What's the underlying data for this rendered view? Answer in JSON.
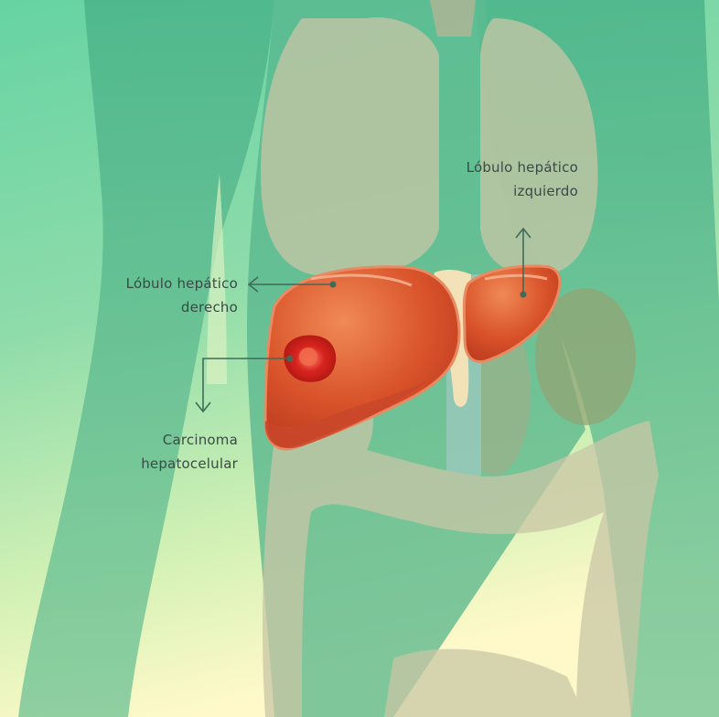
{
  "labels": {
    "left_lobe": {
      "line1": "Lóbulo hepático",
      "line2": "izquierdo"
    },
    "right_lobe": {
      "line1": "Lóbulo hepático",
      "line2": "derecho"
    },
    "carcinoma": {
      "line1": "Carcinoma",
      "line2": "hepatocelular"
    }
  },
  "colors": {
    "top_bar": "#1f9a6a",
    "bg_top": "#6fd8a8",
    "bg_bottom": "#fff8c8",
    "body": "#4fb08a",
    "organ_ghost": "#c9c8a8",
    "liver": "#d8552a",
    "tumor": "#c41e1e",
    "leader": "#3f6b58"
  }
}
